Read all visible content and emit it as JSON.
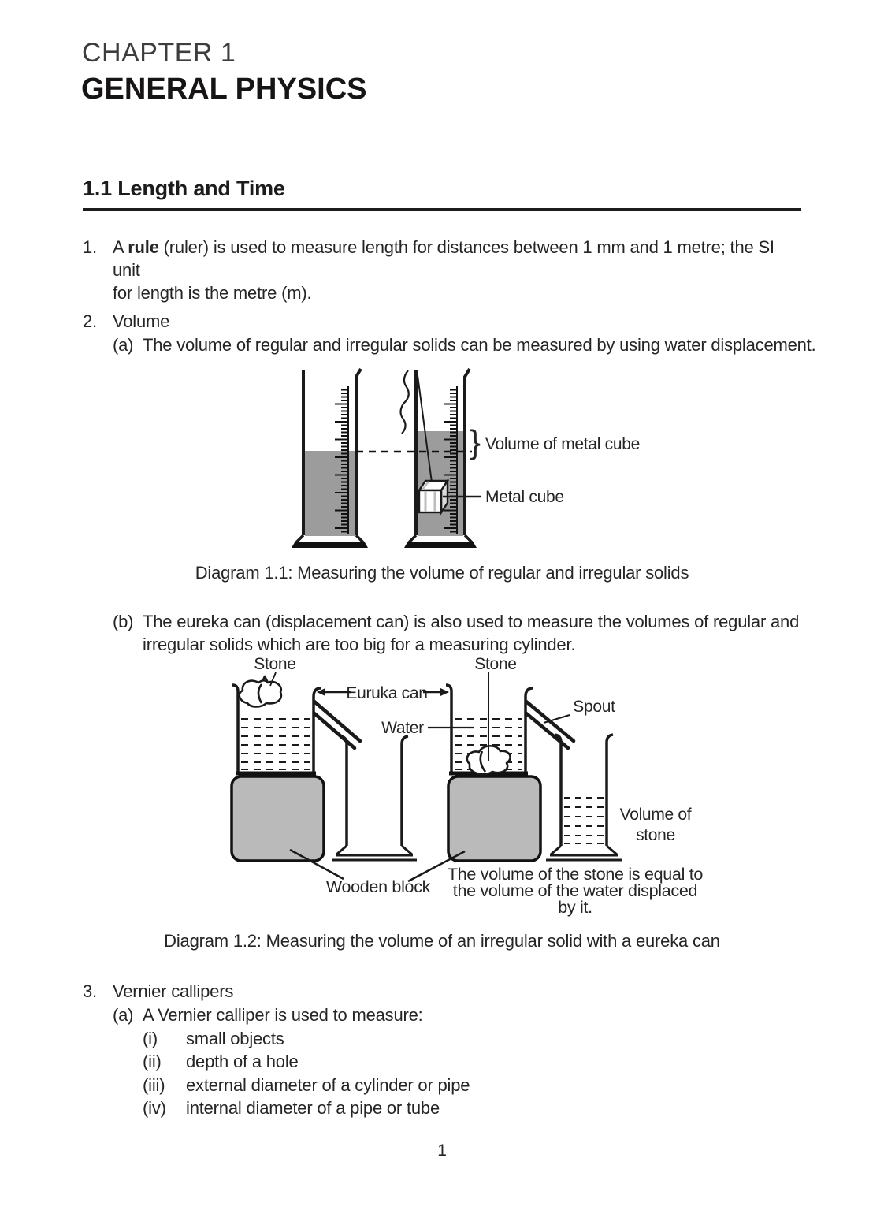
{
  "header": {
    "chapter": "CHAPTER 1",
    "title": "GENERAL PHYSICS"
  },
  "section": {
    "heading": "1.1 Length and Time"
  },
  "items": {
    "item1_no": "1.",
    "item1_pre": "A ",
    "item1_bold": "rule",
    "item1_rest": " (ruler) is used to measure length for distances between 1 mm and 1 metre; the SI unit",
    "item1_line2": "for length is the metre (m).",
    "item2_no": "2.",
    "item2_label": "Volume",
    "item2a_no": "(a)",
    "item2a_text": "The volume of regular and irregular solids can be measured by using water displacement.",
    "item2b_no": "(b)",
    "item2b_line1": "The eureka can (displacement can) is also used to measure the volumes of regular and",
    "item2b_line2": "irregular solids which are too big for a measuring cylinder.",
    "item3_no": "3.",
    "item3_label": "Vernier callipers",
    "item3a_no": "(a)",
    "item3a_text": "A Vernier calliper is used to measure:",
    "sub": [
      [
        "(i)",
        "small objects"
      ],
      [
        "(ii)",
        "depth of a hole"
      ],
      [
        "(iii)",
        "external diameter of a cylinder or pipe"
      ],
      [
        "(iv)",
        "internal diameter of a pipe or tube"
      ]
    ]
  },
  "diagram1": {
    "caption": "Diagram 1.1: Measuring the volume of regular and irregular solids",
    "brace": "}",
    "label_volume": "Volume of metal cube",
    "label_cube": "Metal cube",
    "water_color": "#9c9c9c"
  },
  "diagram2": {
    "caption": "Diagram 1.2: Measuring the volume of an irregular solid with a eureka can",
    "stone_left": "Stone",
    "stone_right": "Stone",
    "eureka_can": "Euruka can",
    "water": "Water",
    "spout": "Spout",
    "volume_of": "Volume of",
    "stone_word": "stone",
    "wooden_block": "Wooden block",
    "note_line1": "The volume of the stone is equal to",
    "note_line2": "the volume of the water displaced",
    "note_line3": "by it.",
    "block_color": "#bababa"
  },
  "page_number": "1"
}
